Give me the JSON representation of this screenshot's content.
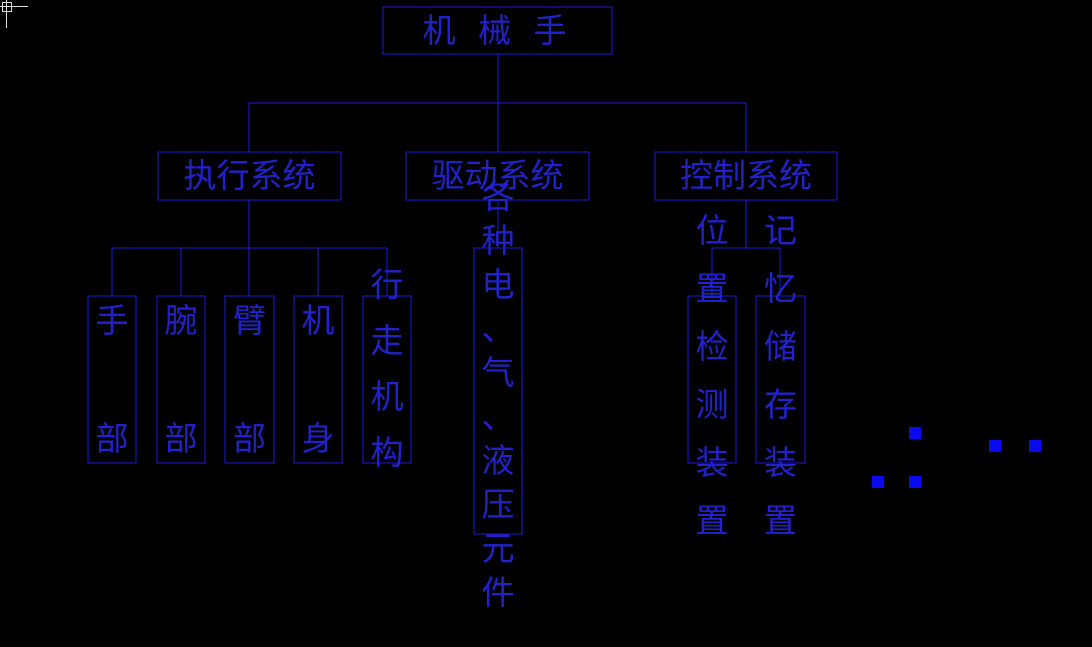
{
  "colors": {
    "background": "#000000",
    "stroke": "#1a1add",
    "text": "#2222cc",
    "grip": "#0a0aee"
  },
  "root": {
    "label": "机 械 手"
  },
  "branches": [
    {
      "label": "执行系统"
    },
    {
      "label": "驱动系统"
    },
    {
      "label": "控制系统"
    }
  ],
  "execution_parts": [
    {
      "label": "手部"
    },
    {
      "label": "腕部"
    },
    {
      "label": "臂部"
    },
    {
      "label": "机身"
    },
    {
      "label": "行走机构"
    }
  ],
  "drive_parts": [
    {
      "label": "各种电、气、液压元件"
    }
  ],
  "control_parts": [
    {
      "label": "位置检测装置"
    },
    {
      "label": "记忆储存装置"
    }
  ]
}
